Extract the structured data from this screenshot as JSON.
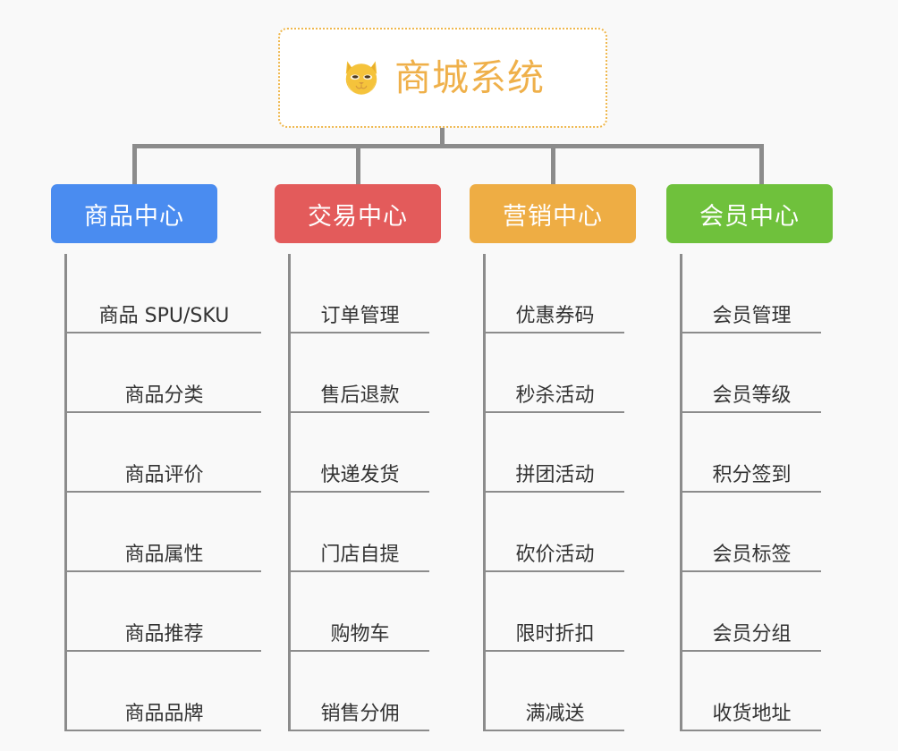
{
  "background_color": "#f9f9f9",
  "root": {
    "title": "商城系统",
    "icon": "shiba-dog-face-icon",
    "text_color": "#efb04a",
    "border_color": "#efb84e"
  },
  "connector_color": "#8c8c8c",
  "branches": [
    {
      "label": "商品中心",
      "color": "#4a8cf0",
      "items": [
        "商品 SPU/SKU",
        "商品分类",
        "商品评价",
        "商品属性",
        "商品推荐",
        "商品品牌"
      ]
    },
    {
      "label": "交易中心",
      "color": "#e35b5b",
      "items": [
        "订单管理",
        "售后退款",
        "快递发货",
        "门店自提",
        "购物车",
        "销售分佣"
      ]
    },
    {
      "label": "营销中心",
      "color": "#eead44",
      "items": [
        "优惠券码",
        "秒杀活动",
        "拼团活动",
        "砍价活动",
        "限时折扣",
        "满减送"
      ]
    },
    {
      "label": "会员中心",
      "color": "#6fc13c",
      "items": [
        "会员管理",
        "会员等级",
        "积分签到",
        "会员标签",
        "会员分组",
        "收货地址"
      ]
    }
  ]
}
